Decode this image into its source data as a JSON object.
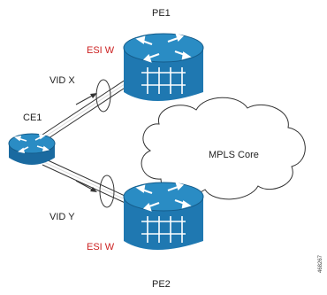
{
  "diagram": {
    "nodes": {
      "pe1": {
        "label": "PE1",
        "esi": "ESI W"
      },
      "pe2": {
        "label": "PE2",
        "esi": "ESI W"
      },
      "ce1": {
        "label": "CE1"
      },
      "core": {
        "label": "MPLS Core"
      }
    },
    "links": {
      "upper": {
        "vid": "VID X"
      },
      "lower": {
        "vid": "VID Y"
      }
    },
    "figure_id": "468267"
  },
  "colors": {
    "router_top": "#2a8cc4",
    "router_side": "#1a6aa0",
    "router_body": "#1f78b1",
    "esi_text": "#cc2222",
    "line": "#333333"
  },
  "icons": [
    "router-icon",
    "mpls-cloud-icon",
    "link-bundle-icon"
  ]
}
